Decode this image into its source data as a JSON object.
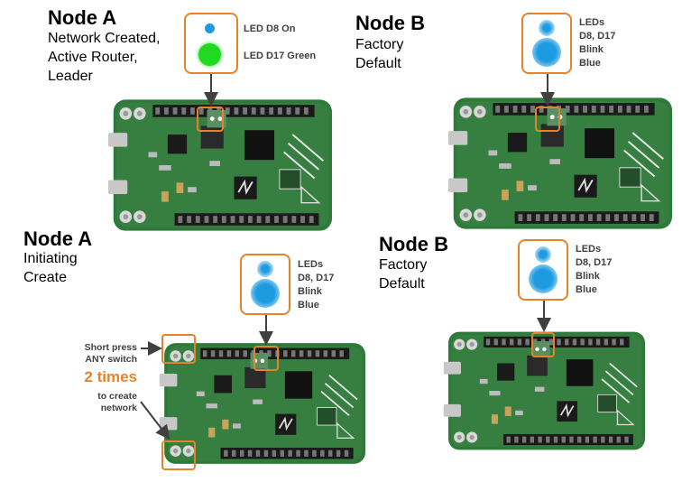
{
  "top_left": {
    "title": "Node A",
    "description": "Network Created,\nActive Router,\nLeader",
    "led_labels": {
      "d8": "LED D8 On",
      "d17": "LED D17 Green"
    },
    "led_colors": {
      "d8": "#1e9be0",
      "d17": "#22d922"
    }
  },
  "top_right": {
    "title": "Node B",
    "description": "Factory\nDefault",
    "led_label": "LEDs\nD8, D17\nBlink\nBlue",
    "led_color": "#1e9be0"
  },
  "bottom_left": {
    "title": "Node A",
    "description": "Initiating\nCreate",
    "led_label": "LEDs\nD8, D17\nBlink\nBlue",
    "led_color": "#1e9be0",
    "instruction": {
      "line1": "Short press\nANY switch",
      "emphasis": "2 times",
      "line2": "to create\nnetwork"
    }
  },
  "bottom_right": {
    "title": "Node B",
    "description": "Factory\nDefault",
    "led_label": "LEDs\nD8, D17\nBlink\nBlue",
    "led_color": "#1e9be0"
  },
  "colors": {
    "accent": "#e8822a",
    "board_green": "#2f7a3a",
    "board_dark": "#1f5a29"
  },
  "icons": [
    "freedom-board-image",
    "led-glow-icon",
    "arrow-icon"
  ]
}
